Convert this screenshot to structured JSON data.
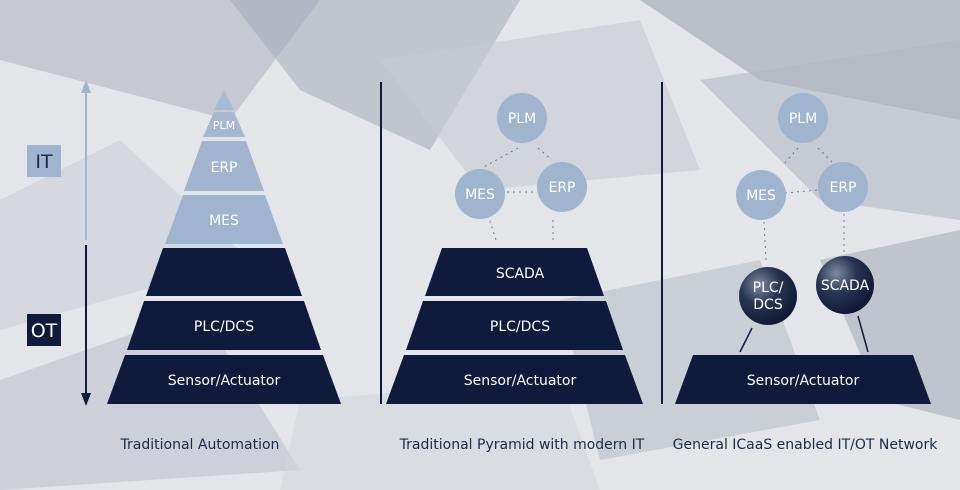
{
  "axis": {
    "it_label": "IT",
    "ot_label": "OT"
  },
  "panels": [
    {
      "caption": "Traditional Automation",
      "it_layers": [
        "PLM",
        "ERP",
        "MES"
      ],
      "ot_layers": [
        "",
        "PLC/DCS",
        "Sensor/Actuator"
      ]
    },
    {
      "caption": "Traditional Pyramid with modern IT",
      "it_nodes": [
        "PLM",
        "MES",
        "ERP"
      ],
      "ot_layers": [
        "SCADA",
        "PLC/DCS",
        "Sensor/Actuator"
      ]
    },
    {
      "caption": "General ICaaS enabled IT/OT Network",
      "it_nodes": [
        "PLM",
        "MES",
        "ERP"
      ],
      "ot_nodes": [
        "PLC/\nDCS",
        "SCADA"
      ],
      "ot_base": "Sensor/Actuator"
    }
  ],
  "colors": {
    "navy": "#0f1a3c",
    "light_blue": "#9fb4cf",
    "caption": "#1c2b4a"
  }
}
